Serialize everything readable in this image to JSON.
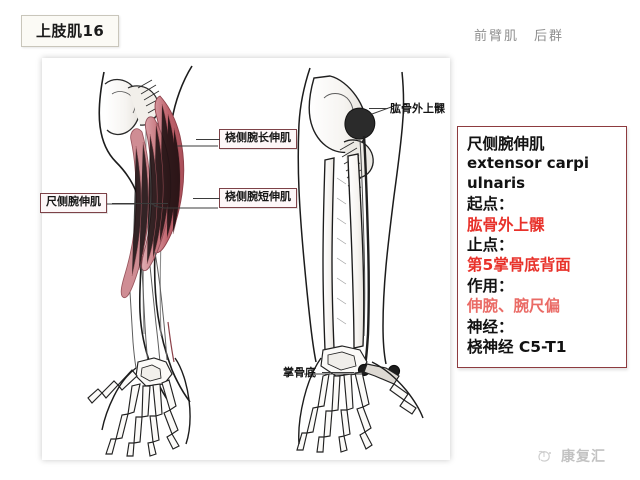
{
  "header": {
    "title_chip": "上肢肌16",
    "subtitle": "前臂肌　后群"
  },
  "figure": {
    "alt_name": "forearm-posterior-muscles-illustration",
    "callouts": [
      {
        "name": "extensor-carpi-radialis-longus",
        "label": "桡侧腕长伸肌"
      },
      {
        "name": "extensor-carpi-radialis-brevis",
        "label": "桡侧腕短伸肌"
      },
      {
        "name": "extensor-carpi-ulnaris",
        "label": "尺侧腕伸肌"
      }
    ],
    "plain_labels": [
      {
        "name": "lateral-epicondyle-of-humerus",
        "label": "肱骨外上髁"
      },
      {
        "name": "base-of-metacarpal",
        "label": "掌骨底"
      }
    ]
  },
  "info_box": {
    "muscle_cn": "尺侧腕伸肌",
    "muscle_latin_line1": "extensor carpi",
    "muscle_latin_line2": "ulnaris",
    "origin_key": "起点：",
    "origin_value": "肱骨外上髁",
    "insertion_key": "止点：",
    "insertion_value": "第5掌骨底背面",
    "action_key": "作用：",
    "action_value": "伸腕、腕尺偏",
    "nerve_key": "神经：",
    "nerve_value": "桡神经 C5-T1"
  },
  "watermark": {
    "text": "康复汇",
    "icon": "sprout-logo-icon"
  },
  "colors": {
    "accent_red": "#e8312a",
    "soft_red": "#ea6b66",
    "callout_border": "#7d4248",
    "info_border": "#8d3b3f",
    "muscle_fill": "#c4737c",
    "muscle_fill_light": "#dba6ac"
  }
}
